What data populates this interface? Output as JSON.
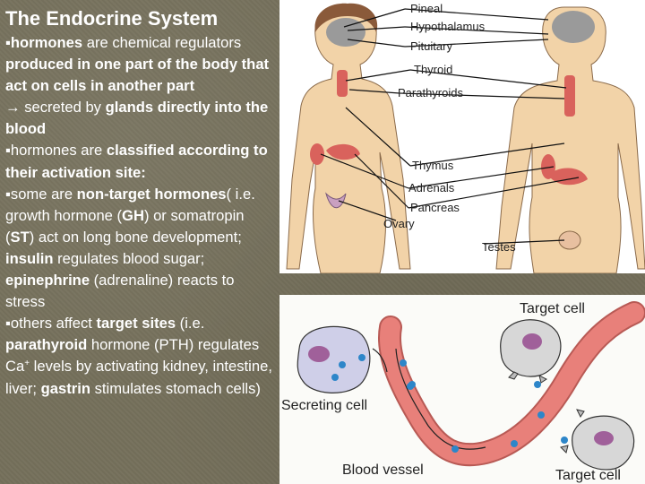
{
  "slide": {
    "title": "The Endocrine System",
    "p1": {
      "bullet": "▪",
      "b1": "hormones",
      "t1": " are chemical regulators ",
      "b2": "produced in one part of the body that act on cells in another part"
    },
    "p2": {
      "arrow": "→",
      "t1": " secreted by ",
      "b1": "glands directly into the blood"
    },
    "p3": {
      "bullet": "▪",
      "t1": "hormones are ",
      "b1": "classified according to their activation site:"
    },
    "p4": {
      "bullet": "▪",
      "t1": "some are ",
      "b1": "non-target hormones",
      "t2": "( i.e. growth hormone (",
      "b2": "GH",
      "t3": ") or somatropin (",
      "b3": "ST",
      "t4": ") act on long bone development; ",
      "b4": "insulin",
      "t5": " regulates blood sugar; ",
      "b5": "epinephrine",
      "t6": " (adrenaline) reacts to stress"
    },
    "p5": {
      "bullet": "▪",
      "t1": "others affect ",
      "b1": "target sites",
      "t2": " (i.e. ",
      "b2": "parathyroid",
      "t3": " hormone (PTH) regulates Ca",
      "sup": "+",
      "t4": " levels by activating kidney, intestine, liver; ",
      "b3": "gastrin",
      "t5": " stimulates stomach cells)"
    }
  },
  "anatomy_figure": {
    "labels": {
      "pineal": "Pineal",
      "hypothalamus": "Hypothalamus",
      "pituitary": "Pituitary",
      "thyroid": "Thyroid",
      "parathyroids": "Parathyroids",
      "thymus": "Thymus",
      "adrenals": "Adrenals",
      "pancreas": "Pancreas",
      "ovary": "Ovary",
      "testes": "Testes"
    },
    "colors": {
      "skin": "#f2d3a8",
      "gland": "#d9625c",
      "brain": "#9a9a9a"
    }
  },
  "hormone_figure": {
    "labels": {
      "target_top": "Target cell",
      "secreting": "Secreting cell",
      "vessel": "Blood vessel",
      "target_bottom": "Target cell"
    },
    "colors": {
      "vessel": "#e8807a",
      "hormone": "#2d86c9",
      "cell": "#cfcfe8",
      "nucleus": "#a0609a"
    }
  }
}
